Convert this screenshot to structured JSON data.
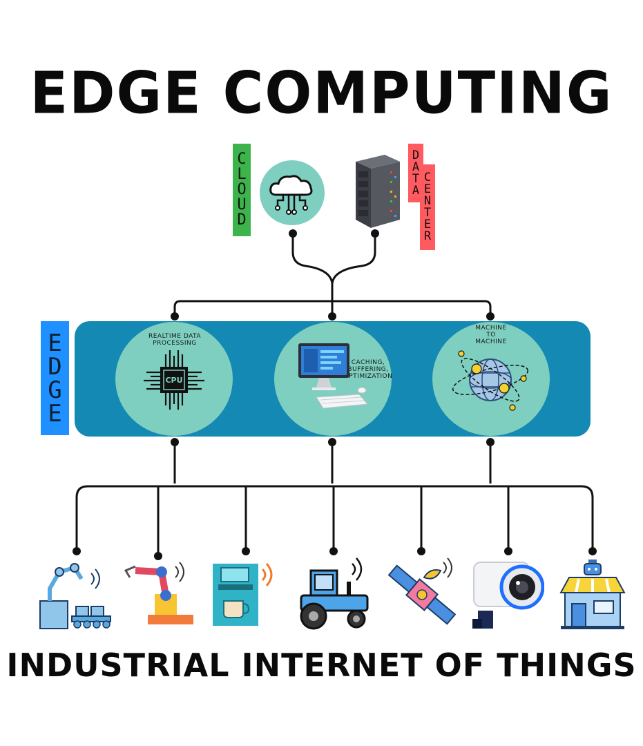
{
  "title": "EDGE COMPUTING",
  "subtitle": "INDUSTRIAL INTERNET OF THINGS",
  "tags": {
    "cloud": [
      "C",
      "L",
      "O",
      "U",
      "D"
    ],
    "data": [
      "D",
      "A",
      "T",
      "A"
    ],
    "center": [
      "C",
      "E",
      "N",
      "T",
      "E",
      "R"
    ],
    "edge": [
      "E",
      "D",
      "G",
      "E"
    ]
  },
  "edge_nodes": {
    "realtime": [
      "REALTIME DATA",
      "PROCESSING"
    ],
    "caching": [
      "CACHING,",
      "BUFFERING,",
      "OPTIMIZATION"
    ],
    "m2m": [
      "MACHINE",
      "TO",
      "MACHINE"
    ]
  },
  "chip_label": "CPU",
  "icons": {
    "cloud": "cloud-circuit-icon",
    "datacenter": "server-rack-icon",
    "cpu": "cpu-chip-icon",
    "computer": "desktop-computer-icon",
    "m2m": "network-orbit-icon",
    "devices": [
      "robotic-arm-conveyor-icon",
      "robot-arm-icon",
      "coffee-machine-icon",
      "tractor-icon",
      "satellite-icon",
      "security-camera-icon",
      "smart-store-icon"
    ]
  },
  "colors": {
    "cloud_tag": "#3cb44b",
    "datacenter_tag": "#ff5a5f",
    "edge_tag": "#1e90ff",
    "edge_band": "#1389b4",
    "node_circle": "#7ecfbf"
  }
}
